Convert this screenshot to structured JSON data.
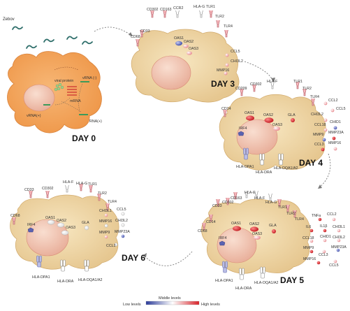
{
  "zebov_label": "Zebov",
  "day0": {
    "label": "DAY 0",
    "labels": {
      "viral_protein": "viral protein",
      "vrna_neg": "vRNA (-)",
      "mrna": "mRNA",
      "vrna_pos": "vRNA(+)",
      "rna_pos": "RNA(+)"
    }
  },
  "days": [
    {
      "label": "DAY 3",
      "receptors": [
        "CD302",
        "CD163",
        "CCR2",
        "HLA-G",
        "TLR1",
        "TLR2",
        "TLR4",
        "CD33",
        "CD68"
      ],
      "surface_proteins": [
        "OAS1",
        "OAS2",
        "OAS3"
      ],
      "side_genes": [
        "CCL5",
        "CHI3L2",
        "MMP16"
      ]
    },
    {
      "label": "DAY 4",
      "receptors": [
        "CD209",
        "CD302",
        "HLA-F",
        "TLR1",
        "TLR2",
        "TLR4",
        "CD14"
      ],
      "proteins": [
        "OAS1",
        "OAS2",
        "GLA",
        "OAS3",
        "IRF4"
      ],
      "side_genes": [
        "CCL2",
        "CCL5",
        "CHI3L2",
        "CHID1",
        "CCL18",
        "MMP23A",
        "MMP9",
        "MMP16",
        "CCL3"
      ],
      "hla": [
        "HLA-DPA1",
        "HLA-DRA",
        "HLA-DQA1/A2"
      ]
    },
    {
      "label": "DAY 5",
      "receptors": [
        "CD163",
        "HLA-E",
        "HLA-F",
        "CD33",
        "CD302",
        "HLA-G",
        "TLR1",
        "TLR2",
        "TLR4",
        "CD14",
        "CD68"
      ],
      "proteins": [
        "OAS1",
        "OAS2",
        "GLA",
        "OAS3",
        "IRF4"
      ],
      "side_genes": [
        "TNFa",
        "CCL2",
        "IL6",
        "IL1β",
        "CHI3L1",
        "CHID1",
        "CHI3L2",
        "CCL18",
        "MMP9",
        "CCL3",
        "MMP23A",
        "MMP16",
        "CCL5"
      ],
      "hla": [
        "HLA-DPA1",
        "HLA-DRA",
        "HLA-DQA1/A2"
      ]
    },
    {
      "label": "DAY 6",
      "receptors": [
        "HLA-F",
        "HLA-G",
        "TLR1",
        "CD33",
        "CD302",
        "TLR2",
        "TLR4",
        "CD68"
      ],
      "proteins": [
        "OAS1",
        "OAS2",
        "OAS3",
        "GLA",
        "IRF4"
      ],
      "side_genes": [
        "CHI3L1",
        "CCL5",
        "MMP16",
        "CHI3L2",
        "MMP9",
        "MMP23A",
        "CCL2"
      ],
      "hla": [
        "HLA-DPA1",
        "HLA-DRA",
        "HLA-DQA1/A2"
      ]
    }
  ],
  "legend": {
    "low": "Low levels",
    "middle": "Middle levels",
    "high": "High levels"
  },
  "colors": {
    "low": "#2b3b9a",
    "middle": "#ffffff",
    "high": "#d8232a",
    "cell": "#f0d9a3",
    "day0_cell": "#f4a45c",
    "nucleus": "#f2c9b7"
  }
}
